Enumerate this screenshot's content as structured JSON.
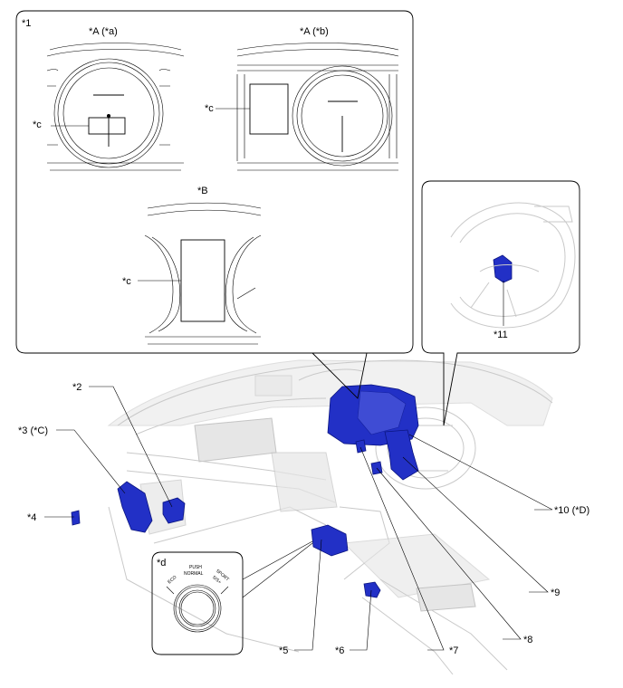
{
  "labels": {
    "l1": "*1",
    "a_a": "*A (*a)",
    "a_b": "*A (*b)",
    "b": "*B",
    "c1": "*c",
    "c2": "*c",
    "c3": "*c",
    "l2": "*2",
    "l3": "*3 (*C)",
    "l4": "*4",
    "l5": "*5",
    "l6": "*6",
    "l7": "*7",
    "l8": "*8",
    "l9": "*9",
    "l10": "*10 (*D)",
    "l11": "*11",
    "d": "*d"
  },
  "switch_text": {
    "eco": "ECO",
    "push": "PUSH",
    "normal": "NORMAL",
    "sport": "SPORT",
    "sport_sub": "S/S+"
  }
}
